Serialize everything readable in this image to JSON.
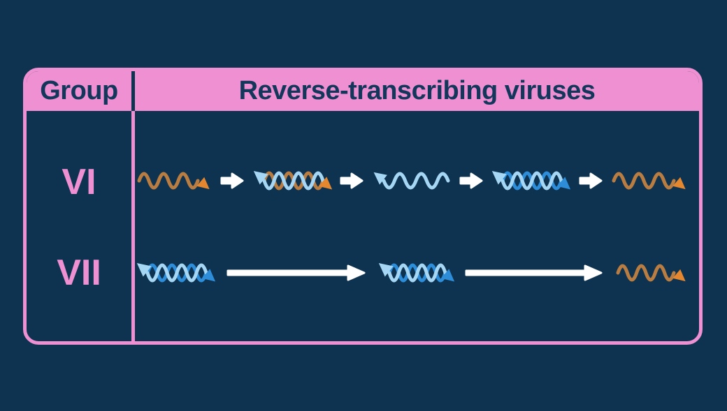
{
  "table": {
    "header": {
      "group_label": "Group",
      "title": "Reverse-transcribing viruses"
    },
    "rows": [
      {
        "group": "VI",
        "sequence": [
          {
            "icon": "ssrna-wave-icon",
            "variant": "wave-right",
            "color": "orange"
          },
          {
            "icon": "step-arrow-icon",
            "variant": "arrow-short",
            "color": "white"
          },
          {
            "icon": "rna-dna-hybrid-helix-icon",
            "variant": "helix",
            "colors": [
              "light_blue",
              "orange"
            ]
          },
          {
            "icon": "step-arrow-icon",
            "variant": "arrow-short",
            "color": "white"
          },
          {
            "icon": "ssdna-wave-icon",
            "variant": "wave-left",
            "color": "light_blue"
          },
          {
            "icon": "step-arrow-icon",
            "variant": "arrow-short",
            "color": "white"
          },
          {
            "icon": "dsdna-helix-icon",
            "variant": "helix",
            "colors": [
              "light_blue",
              "medium_blue"
            ]
          },
          {
            "icon": "step-arrow-icon",
            "variant": "arrow-short",
            "color": "white"
          },
          {
            "icon": "mrna-wave-icon",
            "variant": "wave-right",
            "color": "orange"
          }
        ]
      },
      {
        "group": "VII",
        "sequence": [
          {
            "icon": "dsdna-helix-icon",
            "variant": "helix",
            "colors": [
              "light_blue",
              "medium_blue"
            ]
          },
          {
            "icon": "long-step-arrow-icon",
            "variant": "arrow-long",
            "color": "white"
          },
          {
            "icon": "dsdna-helix-icon",
            "variant": "helix",
            "colors": [
              "light_blue",
              "medium_blue"
            ]
          },
          {
            "icon": "long-step-arrow-icon",
            "variant": "arrow-long",
            "color": "white"
          },
          {
            "icon": "mrna-wave-icon",
            "variant": "wave-right",
            "color": "orange"
          }
        ]
      }
    ]
  },
  "colors": {
    "background": "#0e3351",
    "pink": "#ee90d1",
    "header_text": "#13365b",
    "orange_line": "#b97c41",
    "orange_head": "#e5872e",
    "light_blue": "#a5d6f3",
    "medium_blue": "#2d8dd8",
    "white": "#ffffff"
  }
}
